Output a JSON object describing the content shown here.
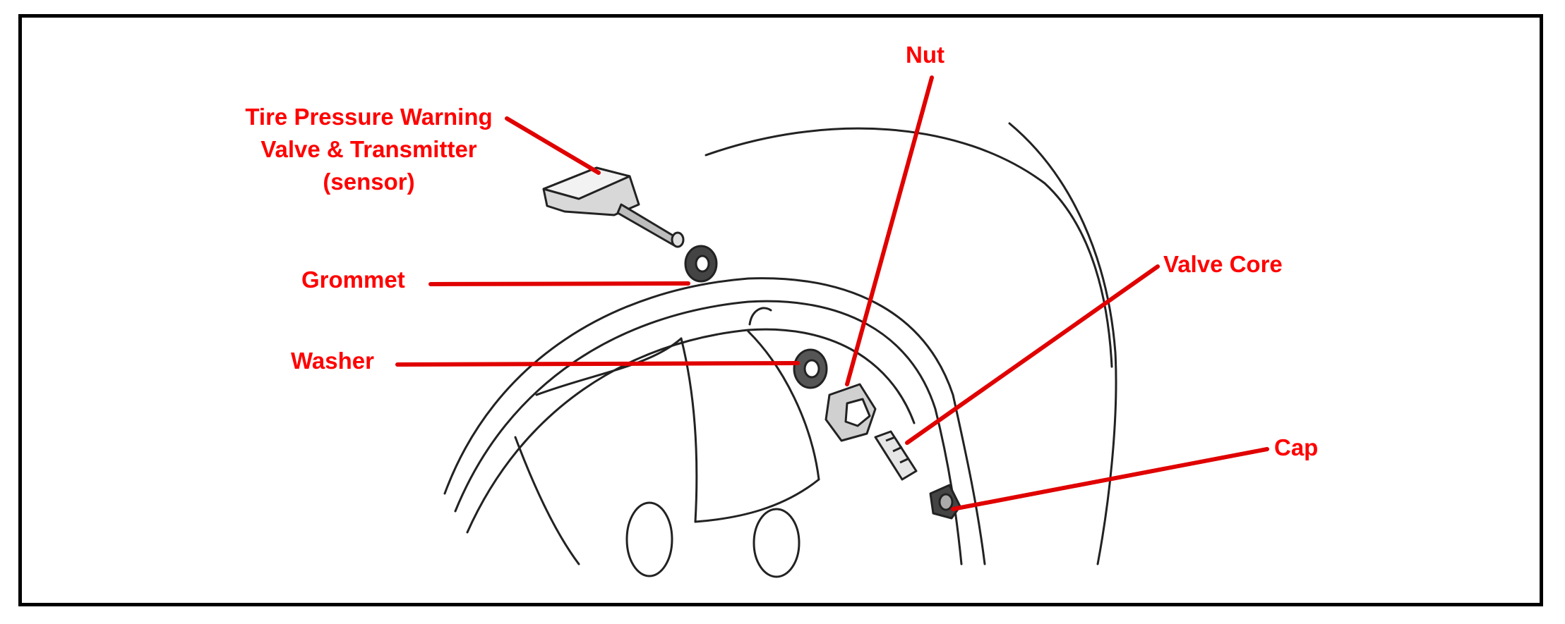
{
  "labels": {
    "sensor": {
      "lines": [
        "Tire Pressure Warning",
        "Valve & Transmitter",
        "(sensor)"
      ]
    },
    "grommet": "Grommet",
    "washer": "Washer",
    "nut": "Nut",
    "valve_core": "Valve Core",
    "cap": "Cap"
  },
  "colors": {
    "label": "#ff0000",
    "leader": "#e00000",
    "drawing": "#222222",
    "frame": "#000000"
  }
}
